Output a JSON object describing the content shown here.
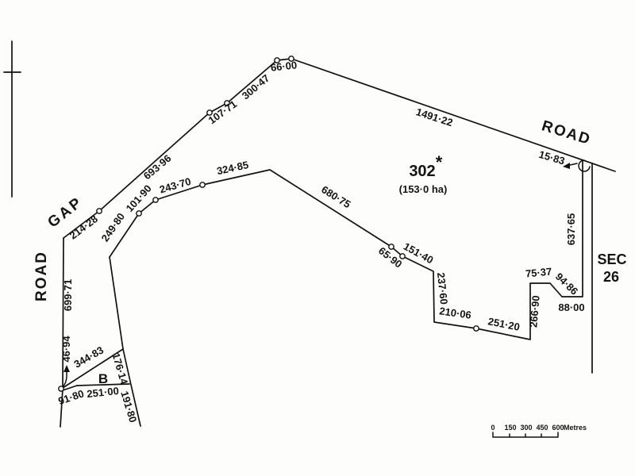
{
  "plan": {
    "lot": {
      "number": "302",
      "mark": "*",
      "area": "(153·0 ha)"
    },
    "roads": {
      "gap": "GAP",
      "west": "ROAD",
      "north": "ROAD"
    },
    "section": {
      "name": "SEC",
      "number": "26"
    },
    "parcel_b": "B",
    "m": {
      "m66_00": "66·00",
      "m300_47": "300·47",
      "m107_71": "107·71",
      "m693_96": "693·96",
      "m214_28": "214·28",
      "m699_71": "699·71",
      "m46_94": "46·94",
      "m344_83": "344·83",
      "m176_14": "176·14",
      "m91_80": "91·80",
      "m251_00": "251·00",
      "m191_80": "191·80",
      "m249_80": "249·80",
      "m101_90": "101·90",
      "m243_70": "243·70",
      "m324_85": "324·85",
      "m680_75": "680·75",
      "m1491_22": "1491·22",
      "m15_83": "15·83",
      "m65_90": "65·90",
      "m151_40": "151·40",
      "m237_60": "237·60",
      "m210_06": "210·06",
      "m251_20": "251·20",
      "m266_90": "266·90",
      "m75_37": "75·37",
      "m94_86": "94·86",
      "m88_00": "88·00",
      "m637_65": "637·65"
    }
  },
  "scalebar": {
    "ticks": [
      "0",
      "150",
      "300",
      "450",
      "600"
    ],
    "unit": "Metres"
  }
}
